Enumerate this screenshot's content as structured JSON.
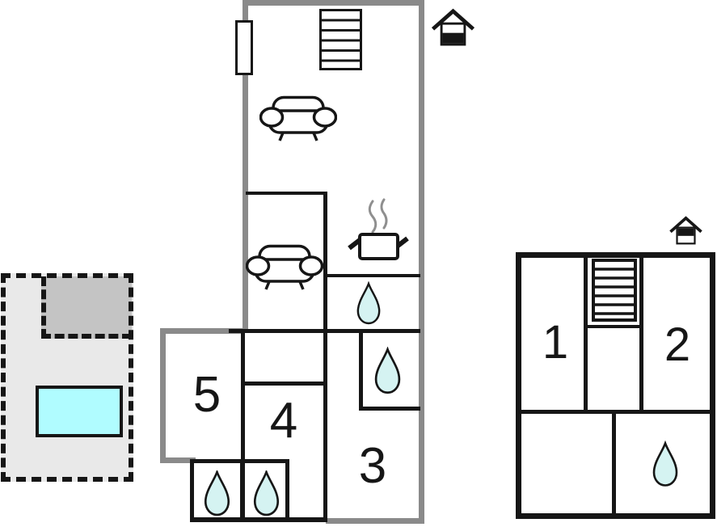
{
  "page": {
    "type": "vacation-home-floor-plan"
  },
  "colors": {
    "wall_gray": "#8a8a8a",
    "wall_black": "#161616",
    "drop_fill": "#d5f3f2",
    "pool_fill": "#b0fcff",
    "terrace_fill": "#e9e9e9",
    "paved_fill": "#c4c4c4",
    "steam_gray": "#8f8f8f",
    "bg": "#ffffff"
  },
  "buildings": {
    "main": {
      "name": "main house ground floor",
      "floor_indicator": "ground-half-filled-house",
      "room_labels": {
        "room3": "3",
        "room4": "4",
        "room5": "5"
      },
      "water_drop_count": 4
    },
    "annex": {
      "name": "upper floor",
      "floor_indicator": "upper-half-filled-house",
      "room_labels": {
        "room1": "1",
        "room2": "2"
      },
      "water_drop_count": 1
    },
    "terrace": {
      "name": "terrace with pool",
      "features": [
        "dashed-terrace",
        "paved-area",
        "pool"
      ]
    }
  },
  "icons": {
    "stairs": "striped-ladder-rectangle",
    "sofa": "top-view-couch",
    "stove": "pot-with-steam",
    "water_drop": "teardrop-bath-marker",
    "floor_indicator_ground": "house-lower-half-filled",
    "floor_indicator_upper": "house-upper-half-filled",
    "window": "white-rectangle-on-wall",
    "pool": "cyan-rectangle"
  }
}
